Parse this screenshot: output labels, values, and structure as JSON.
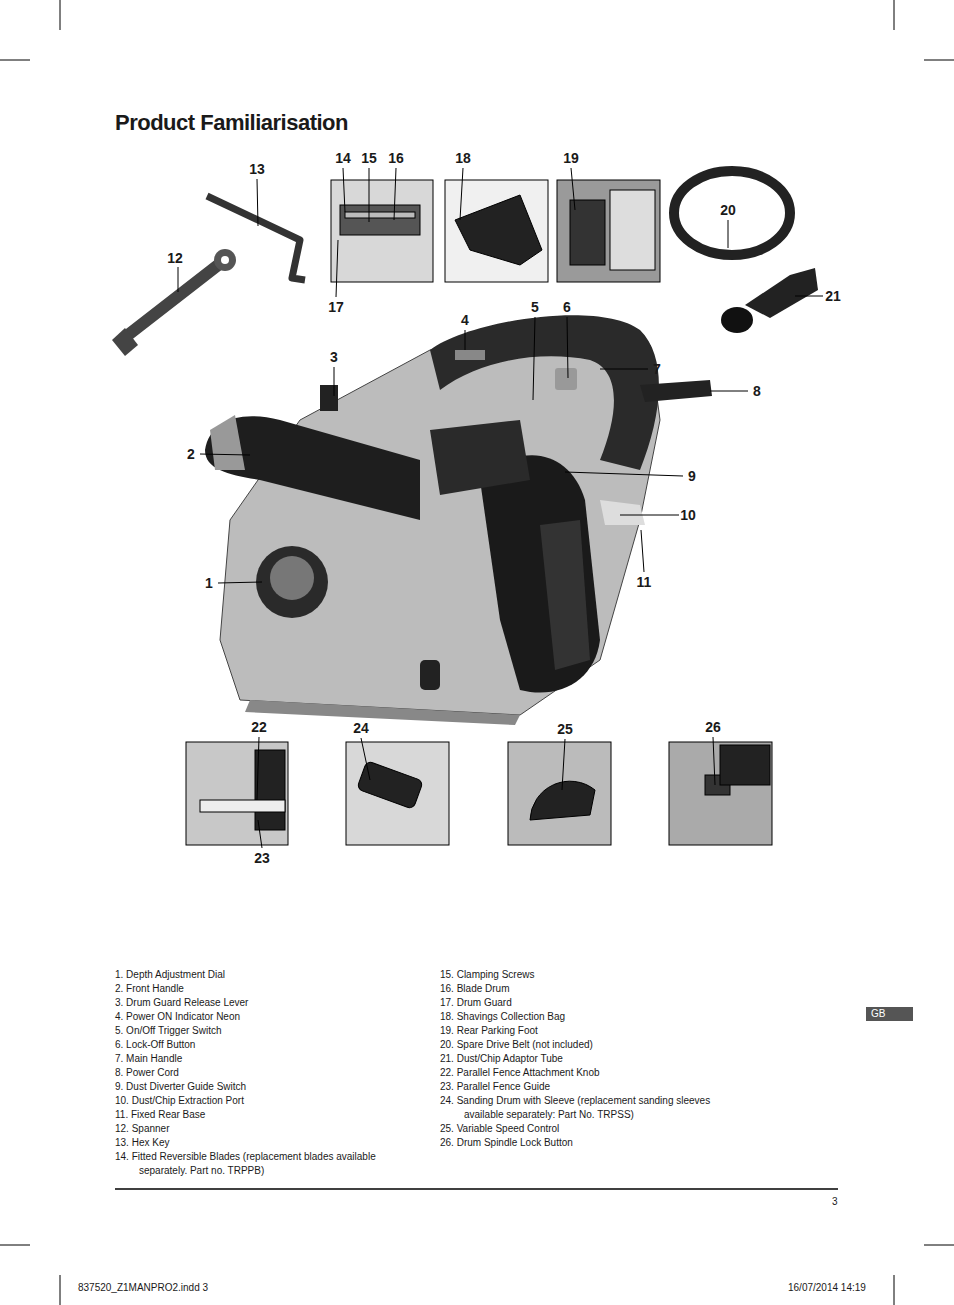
{
  "diagram": {
    "title": "Product Familiarisation",
    "labels": [
      "13",
      "14",
      "15",
      "16",
      "18",
      "19",
      "20",
      "12",
      "17",
      "4",
      "5",
      "6",
      "21",
      "3",
      "7",
      "8",
      "2",
      "9",
      "10",
      "1",
      "11",
      "22",
      "24",
      "25",
      "26",
      "23",
      "1. Depth Adjustment Dial",
      "2. Front Handle",
      "3. Drum Guard Release Lever",
      "4. Power ON Indicator Neon",
      "5. On/Off Trigger Switch",
      "6. Lock-Off Button",
      "7. Main Handle",
      "8. Power Cord",
      "9. Dust Diverter Guide Switch",
      "10. Dust/Chip Extraction Port",
      "11. Fixed Rear Base",
      "12. Spanner",
      "13. Hex Key",
      "14. Fitted Reversible Blades (replacement blades available separately. Part no. TRPPB)",
      "15. Clamping Screws",
      "16. Blade Drum",
      "17. Drum Guard",
      "18. Shavings Collection Bag",
      "19. Rear Parking Foot",
      "20. Spare Drive Belt (not included)",
      "21. Dust/Chip Adaptor Tube",
      "22. Parallel Fence Attachment Knob",
      "23. Parallel Fence Guide",
      "24. Sanding Drum with Sleeve (replacement sanding sleeves available separately: Part No. TRPSS)",
      "25. Variable Speed Control",
      "26. Drum Spindle Lock Button",
      "GB",
      "3",
      "837520_Z1MANPRO2.indd 3",
      "16/07/2014 14:19"
    ]
  }
}
